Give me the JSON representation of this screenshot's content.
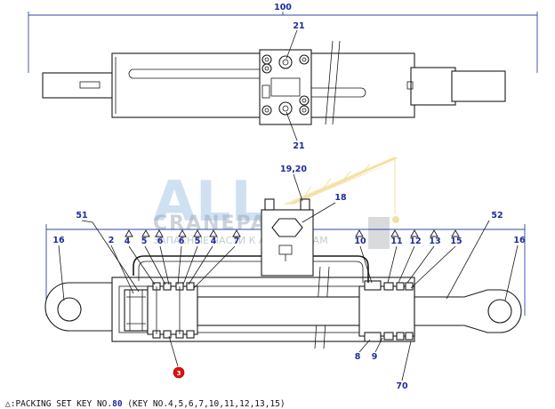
{
  "assembly_key": "100",
  "top_view": {
    "callout_upper": "21",
    "callout_lower": "21"
  },
  "section_view": {
    "callouts": {
      "k1920": "19,20",
      "k18": "18",
      "k51": "51",
      "k52": "52",
      "k16_left": "16",
      "k16_right": "16",
      "k2": "2",
      "k4a": "4",
      "k5a": "5",
      "k6a": "6",
      "k6b": "6",
      "k5b": "5",
      "k4b": "4",
      "k7": "7",
      "k10": "10",
      "k11": "11",
      "k12": "12",
      "k13": "13",
      "k15": "15",
      "k8": "8",
      "k9": "9",
      "k70": "70"
    },
    "red_marker": "3"
  },
  "watermark": {
    "main": "ALL",
    "sub": "CRANEPARTS",
    "small": "ЗАПАСНЫЕ ЧАСТИ К АВТОКРАНАМ"
  },
  "footer": {
    "symbol": "△",
    "prefix": ":PACKING SET KEY NO.",
    "key": "80",
    "suffix": " (KEY NO.4,5,6,7,10,11,12,13,15)"
  }
}
